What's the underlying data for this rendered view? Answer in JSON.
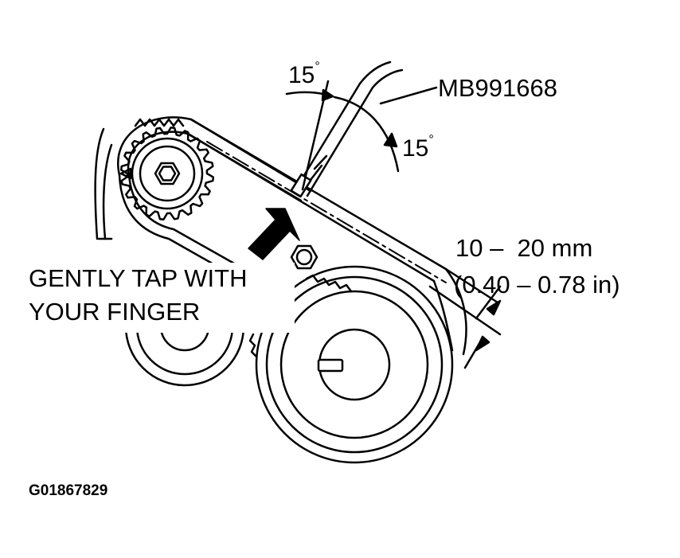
{
  "labels": {
    "angle_top": "15",
    "angle_right": "15",
    "degree_symbol": "°",
    "tool": "MB991668",
    "deflection_line1": "10 –  20 mm",
    "deflection_line2": "(0.40 – 0.78 in)",
    "instruction_line1": "GENTLY TAP WITH",
    "instruction_line2": "YOUR FINGER",
    "figure_id": "G01867829"
  },
  "colors": {
    "ink": "#000000",
    "paper": "#ffffff"
  }
}
